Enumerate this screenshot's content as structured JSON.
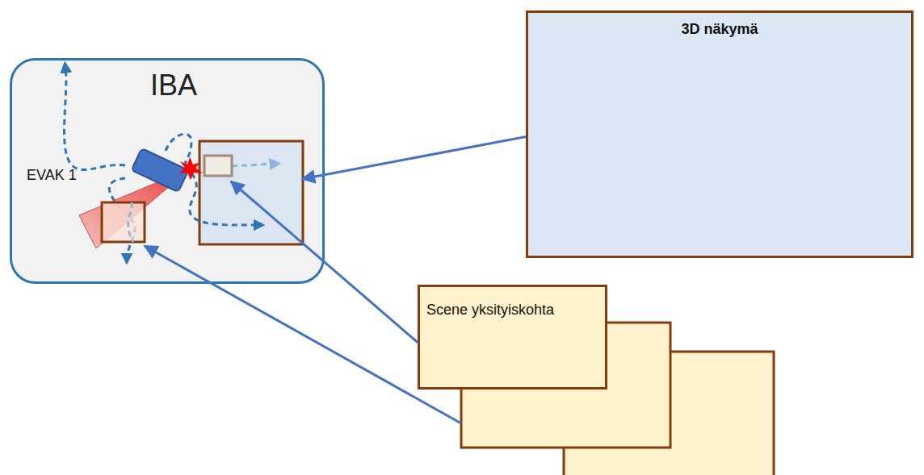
{
  "diagram": {
    "nodes": [
      {
        "text": [
          "IBA"
        ]
      },
      {
        "text": [
          "3D näkymä"
        ]
      },
      {
        "text": [
          "Scene yksityiskohta"
        ]
      }
    ],
    "edges": [
      {
        "from": 1,
        "to": 0,
        "arrow": "to"
      },
      {
        "from": 2,
        "to": 0,
        "arrow": "to"
      },
      {
        "from": 2,
        "to": 0,
        "arrow": "to"
      }
    ],
    "labels": [
      "EVAK 1"
    ]
  }
}
